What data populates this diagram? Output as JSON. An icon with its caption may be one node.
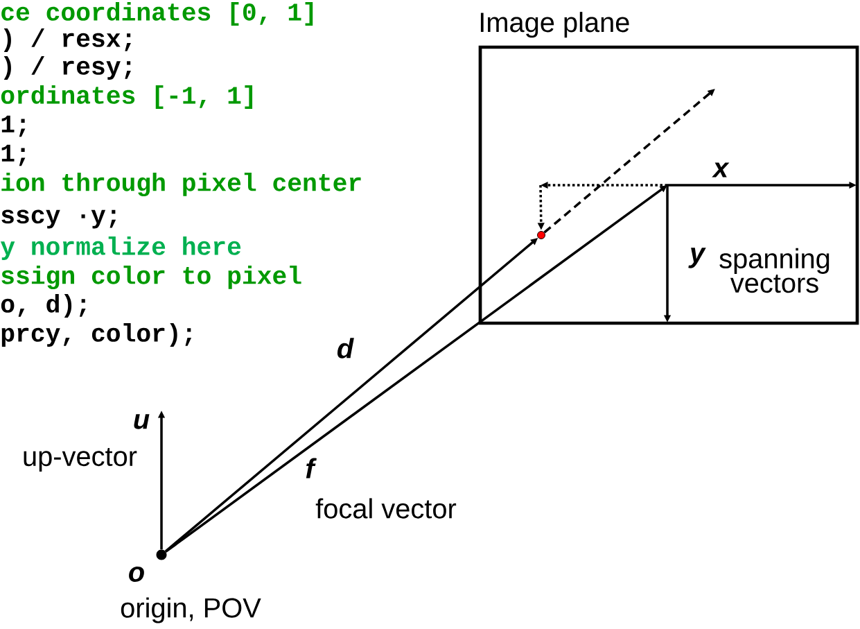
{
  "diagram": {
    "nodes": [
      {
        "text": [
          "Image plane"
        ]
      },
      {
        "text": [],
        "shape": "circle",
        "beside": [
          "o",
          "origin, POV"
        ]
      },
      {
        "text": [],
        "shape": "circle",
        "in": 0
      }
    ],
    "edges": [
      {
        "from": 1,
        "to": 2,
        "arrow": "to",
        "label": "d"
      },
      {
        "from": 2,
        "to": null,
        "arrow": "to",
        "style": "dashed"
      },
      {
        "from": 1,
        "to": null,
        "arrow": "to",
        "label": "f"
      },
      {
        "from": 1,
        "to": null,
        "arrow": "to",
        "label": "u"
      },
      {
        "from": null,
        "to": 2,
        "arrow": "to",
        "style": "dashed"
      }
    ],
    "labels": [
      "ce coordinates [0, 1]",
      ") / resx;",
      ") / resy;",
      "ordinates [-1, 1]",
      "1;",
      "1;",
      "ion through pixel center",
      "sscy ·y;",
      "y normalize here",
      "ssign color to pixel",
      "o, d);",
      "prcy, color);",
      "x",
      "y",
      "spanning vectors",
      "up-vector",
      "focal vector"
    ]
  }
}
